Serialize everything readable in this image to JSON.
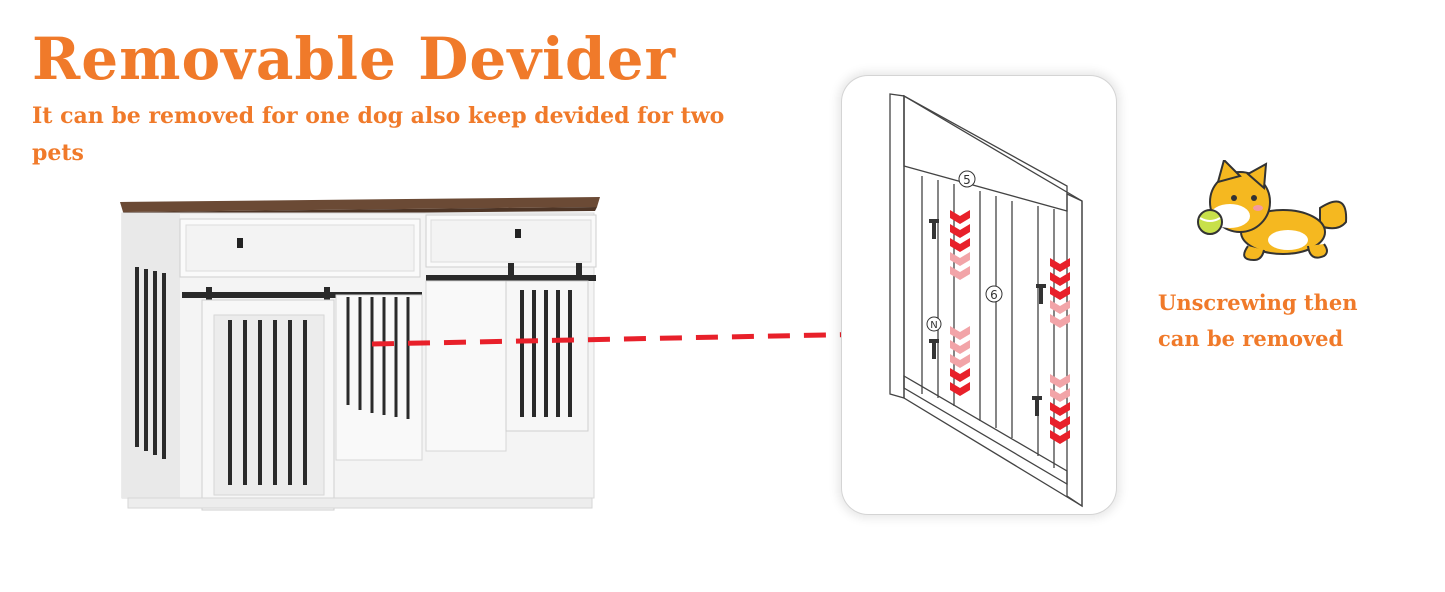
{
  "heading": {
    "title": "Removable Devider",
    "subtitle": "It can be removed for one dog also keep devided for two pets"
  },
  "instruction": {
    "note": "Unscrewing then can be removed"
  },
  "diagram": {
    "part_label_top": "5",
    "part_label_mid": "6",
    "part_label_screw": "N"
  },
  "colors": {
    "accent_orange": "#f07a2a",
    "guide_red": "#e8202a",
    "chevron_red": "#e8202a",
    "chevron_pink": "#f2a4a8",
    "wood_top": "#6b4a35",
    "crate_white": "#f4f4f4",
    "bar_black": "#2a2a2a"
  },
  "icons": {
    "mascot": "shiba-dog-with-ball-icon",
    "screw": "screw-icon"
  }
}
